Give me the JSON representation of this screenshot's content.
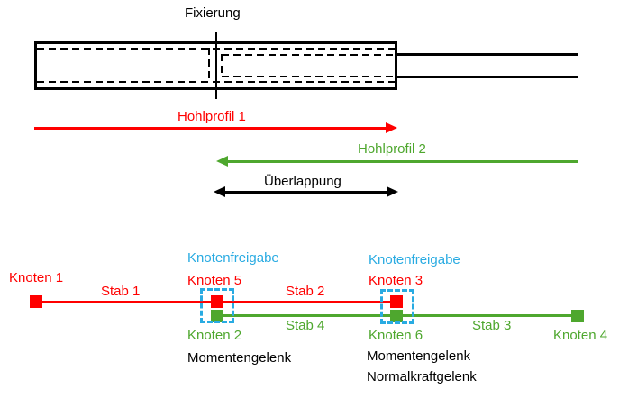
{
  "colors": {
    "red": "#FF0000",
    "green": "#4EA72E",
    "cyan": "#29ABE2",
    "line_black": "#000000",
    "background": "#FFFFFF"
  },
  "profile_drawing": {
    "fixierung_label": "Fixierung",
    "hohlprofil_1_label": "Hohlprofil 1",
    "hohlprofil_2_label": "Hohlprofil 2",
    "ueberlappung_label": "Überlappung"
  },
  "node_diagram": {
    "releases": {
      "release_1_label": "Knotenfreigabe",
      "release_2_label": "Knotenfreigabe"
    },
    "nodes": {
      "knoten_1": "Knoten 1",
      "knoten_2": "Knoten 2",
      "knoten_3": "Knoten 3",
      "knoten_4": "Knoten 4",
      "knoten_5": "Knoten 5",
      "knoten_6": "Knoten 6"
    },
    "members": {
      "stab_1": "Stab 1",
      "stab_2": "Stab 2",
      "stab_3": "Stab 3",
      "stab_4": "Stab 4"
    },
    "hinges": {
      "momentengelenk_1": "Momentengelenk",
      "momentengelenk_2": "Momentengelenk",
      "normalkraftgelenk": "Normalkraftgelenk"
    }
  }
}
